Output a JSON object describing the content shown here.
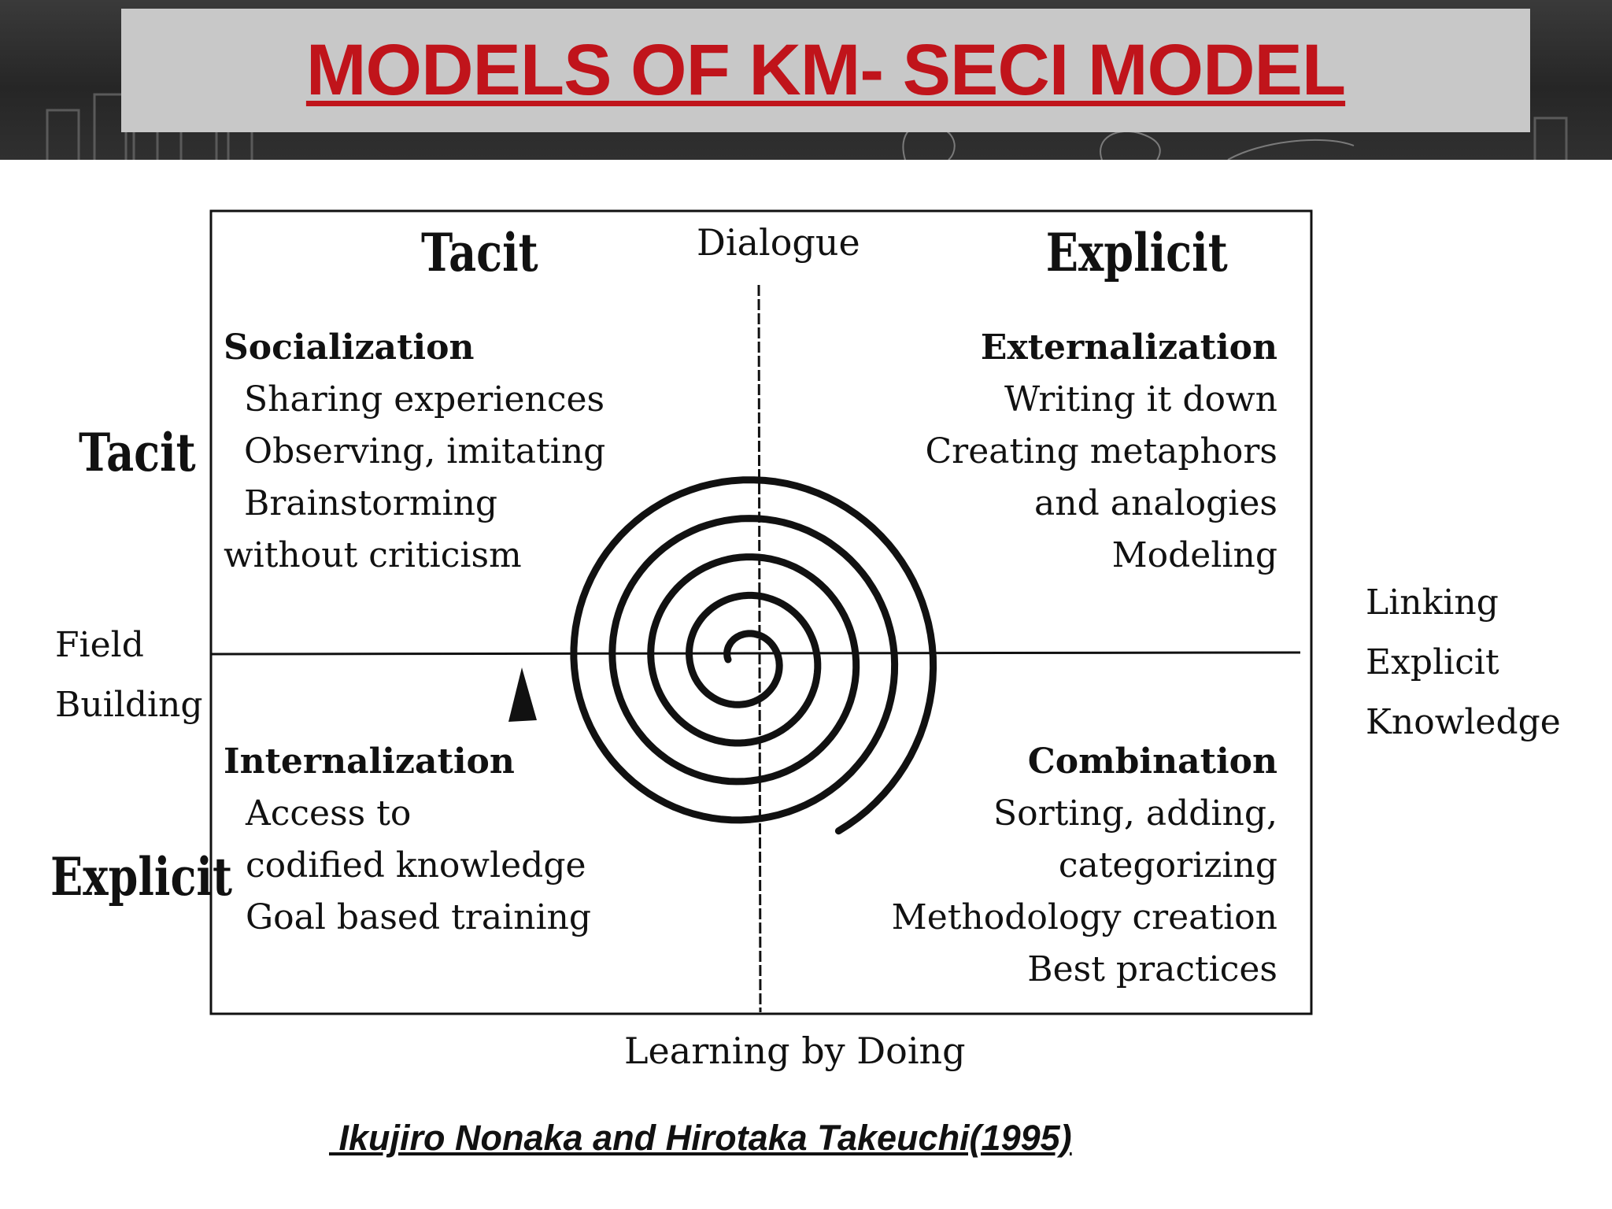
{
  "slide": {
    "title": "MODELS OF KM- SECI MODEL",
    "citation": " Ikujiro Nonaka and Hirotaka Takeuchi(1995)"
  },
  "diagram": {
    "column_headers": {
      "left": "Tacit",
      "right": "Explicit"
    },
    "row_headers": {
      "top": "Tacit",
      "bottom": "Explicit"
    },
    "top_label": "Dialogue",
    "bottom_label": "Learning by Doing",
    "left_label": [
      "Field",
      "Building"
    ],
    "right_label": [
      "Linking",
      "Explicit",
      "Knowledge"
    ],
    "quadrants": {
      "socialization": {
        "title": "Socialization",
        "items": [
          "Sharing experiences",
          "Observing, imitating",
          "Brainstorming",
          "without criticism"
        ]
      },
      "externalization": {
        "title": "Externalization",
        "items": [
          "Writing it down",
          "Creating  metaphors",
          "and analogies",
          "Modeling"
        ]
      },
      "internalization": {
        "title": "Internalization",
        "items": [
          "Access to",
          "codified knowledge",
          "Goal based training"
        ]
      },
      "combination": {
        "title": "Combination",
        "items": [
          "Sorting, adding,",
          "categorizing",
          "Methodology creation",
          "Best practices"
        ]
      }
    }
  },
  "colors": {
    "title": "#c0141b",
    "header_band": "#2b2b2b",
    "title_box": "#c8c8c8",
    "ink": "#111111"
  }
}
